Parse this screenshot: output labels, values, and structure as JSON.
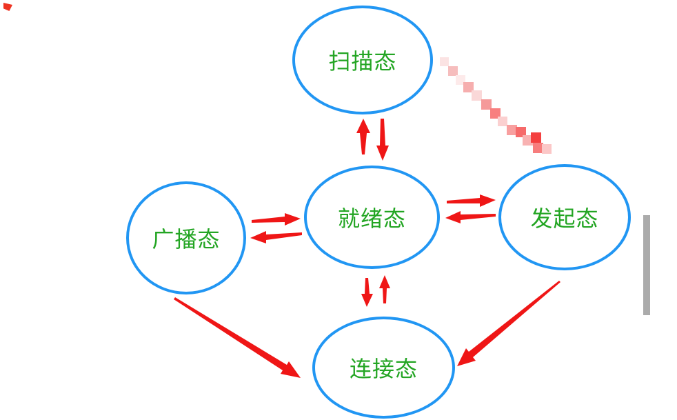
{
  "diagram": {
    "type": "state-diagram",
    "title": "",
    "nodes": [
      {
        "id": "scan",
        "label": "扫描态"
      },
      {
        "id": "ready",
        "label": "就绪态"
      },
      {
        "id": "advertise",
        "label": "广播态"
      },
      {
        "id": "initiate",
        "label": "发起态"
      },
      {
        "id": "connect",
        "label": "连接态"
      }
    ],
    "edges": [
      {
        "from": "就绪态",
        "to": "扫描态",
        "type": "bidirectional-arrow-pair"
      },
      {
        "from": "广播态",
        "to": "就绪态",
        "type": "bidirectional-arrow-pair"
      },
      {
        "from": "就绪态",
        "to": "发起态",
        "type": "bidirectional-arrow-pair"
      },
      {
        "from": "就绪态",
        "to": "连接态",
        "type": "bidirectional-arrow-pair"
      },
      {
        "from": "广播态",
        "to": "连接态",
        "type": "single-arrow"
      },
      {
        "from": "发起态",
        "to": "连接态",
        "type": "single-arrow"
      }
    ],
    "colors": {
      "node_border": "#2196f3",
      "node_label_text": "#23a523",
      "arrow": "#ef1616",
      "scrollbar_thumb": "#ababab",
      "pixelated_stripe_palette": [
        "#fbe3e3",
        "#f6bdbd",
        "#fdeaea",
        "#f6aeae",
        "#fad8d8",
        "#f59a9a",
        "#f87f7f",
        "#fbd0d0",
        "#f89f9f",
        "#f66a6a",
        "#f8b2b2",
        "#f44040",
        "#f77d7d",
        "#fbc7c7"
      ]
    },
    "decorations": [
      "pixelated-red-stripe",
      "scrollbar-thumb",
      "corner-red-mark"
    ]
  }
}
